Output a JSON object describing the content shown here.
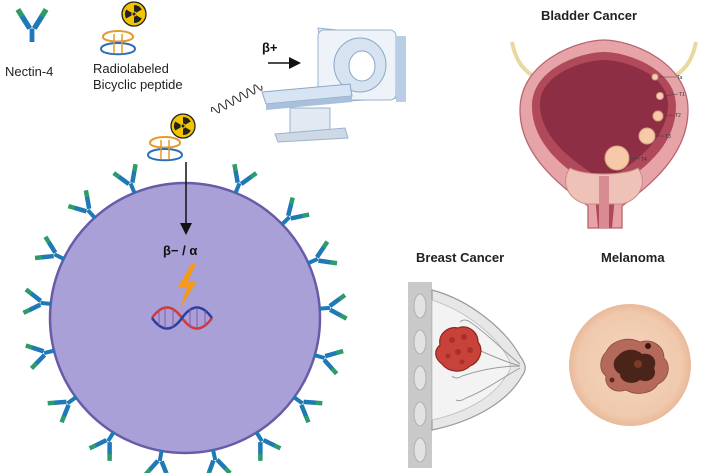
{
  "legend": {
    "antibody_label": "Nectin-4",
    "peptide_label_line1": "Radiolabeled",
    "peptide_label_line2": "Bicyclic peptide"
  },
  "imaging": {
    "emission_label": "β+"
  },
  "therapy": {
    "emission_label": "β− / α"
  },
  "panels": {
    "bladder": {
      "title": "Bladder Cancer",
      "stages": [
        "Ta",
        "T1",
        "T2",
        "T3",
        "T4"
      ]
    },
    "breast": {
      "title": "Breast Cancer"
    },
    "melanoma": {
      "title": "Melanoma"
    }
  },
  "colors": {
    "cell_fill": "#a9a0d8",
    "cell_stroke": "#6a5aa8",
    "antibody_blue": "#1e79b6",
    "antibody_green": "#2e9b6a",
    "hazard_yellow": "#f2c500",
    "lightning": "#f39a1e",
    "dna_red": "#d23a3a",
    "dna_blue": "#2c3f9e",
    "bladder_pink": "#d98b93",
    "tumor_red": "#c8423a",
    "skin": "#f1cdb2"
  }
}
